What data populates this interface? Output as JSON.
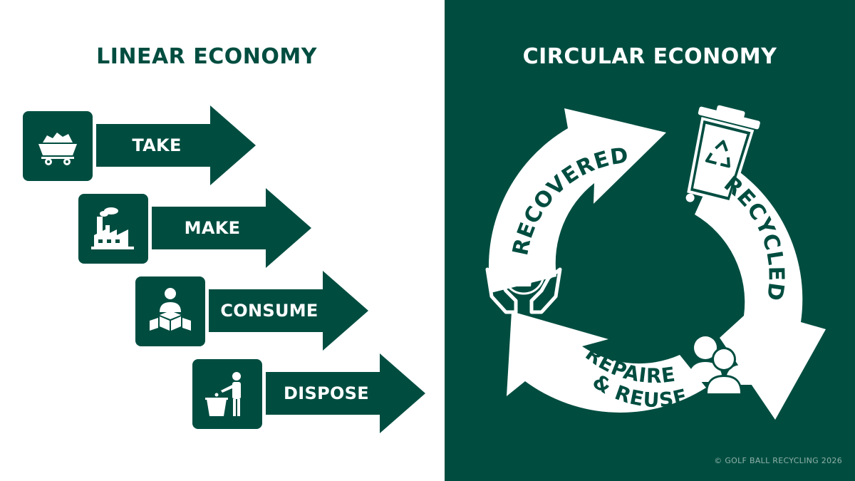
{
  "linear": {
    "title": "LINEAR ECONOMY",
    "steps": [
      {
        "label": "TAKE",
        "icon": "mine-cart-icon"
      },
      {
        "label": "MAKE",
        "icon": "factory-icon"
      },
      {
        "label": "CONSUME",
        "icon": "consumer-boxes-icon"
      },
      {
        "label": "DISPOSE",
        "icon": "person-disposing-trash-icon"
      }
    ]
  },
  "circular": {
    "title": "CIRCULAR ECONOMY",
    "stages": [
      {
        "label": "RECOVERED",
        "icon": "hands-holding-bin-icon"
      },
      {
        "label": "RECYCLED",
        "icon": "recycling-bin-icon"
      },
      {
        "label_line1": "REPAIRED",
        "label_line2": "& REUSED",
        "icon": "people-group-icon"
      }
    ]
  },
  "footer": {
    "copyright": "© GOLF BALL RECYCLING 2026"
  },
  "colors": {
    "dark_green": "#004d40",
    "white": "#ffffff"
  }
}
